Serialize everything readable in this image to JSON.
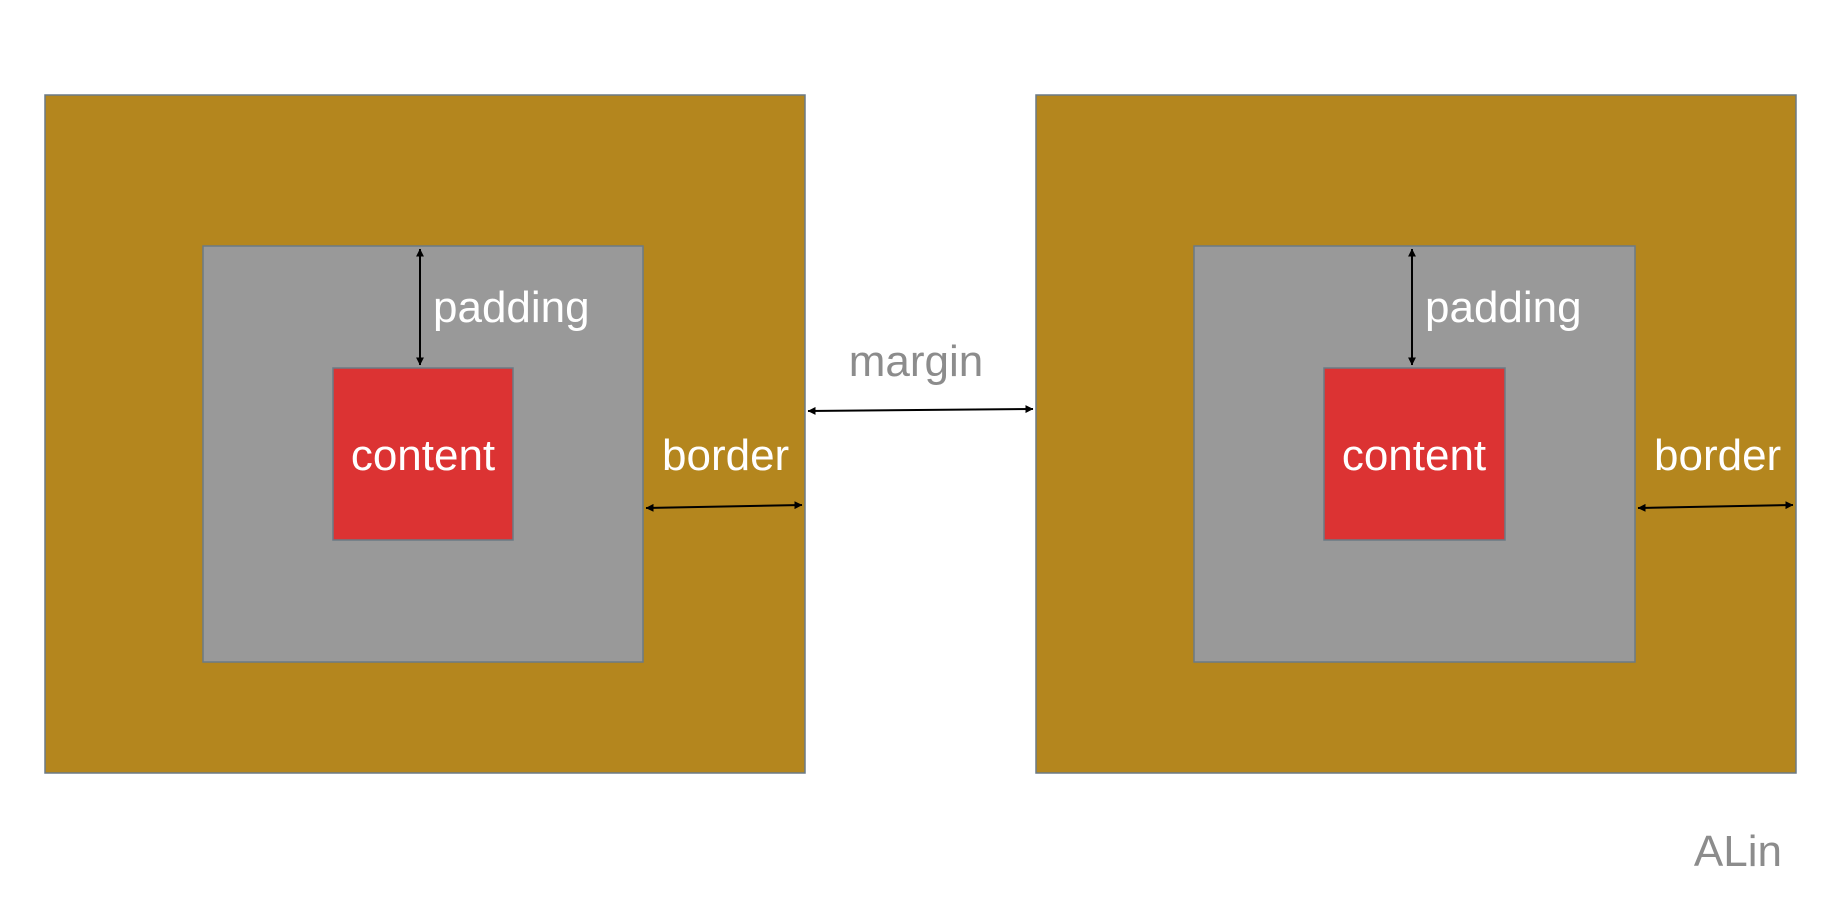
{
  "labels": {
    "content": "content",
    "padding": "padding",
    "border": "border",
    "margin": "margin"
  },
  "credit": "ALin",
  "colors": {
    "border_fill": "#b4861e",
    "padding_fill": "#999999",
    "content_fill": "#dc3333",
    "box_outline": "#6b7a85",
    "label_light": "#ffffff",
    "label_gray": "#8c8c8c",
    "arrow": "#000000"
  },
  "boxes": [
    {
      "name": "left-box"
    },
    {
      "name": "right-box"
    }
  ]
}
